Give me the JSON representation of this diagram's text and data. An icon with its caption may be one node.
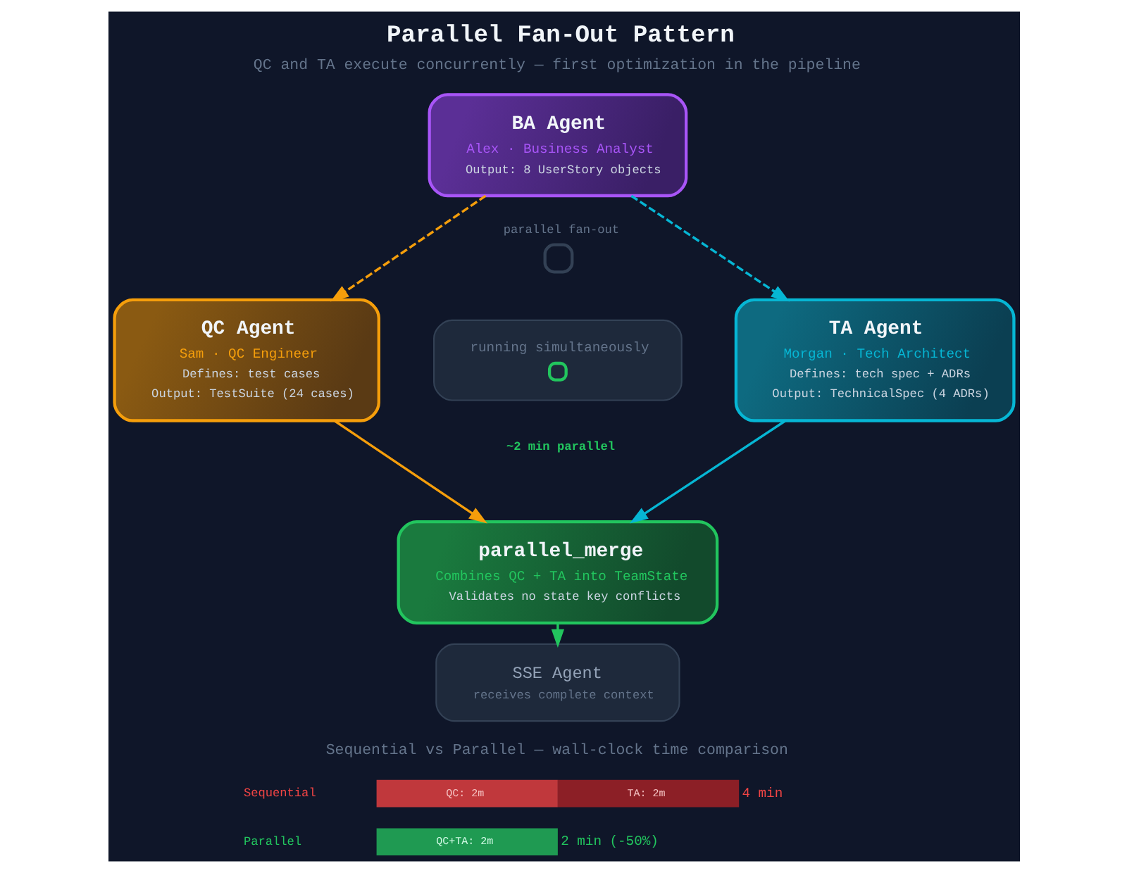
{
  "diagram": {
    "title": "Parallel Fan-Out Pattern",
    "nodes": [
      {
        "text": [
          "BA Agent",
          "Alex · Business Analyst",
          "Output: 8 UserStory objects"
        ]
      },
      {
        "text": [
          "QC Agent",
          "Sam · QC Engineer",
          "Defines: test cases",
          "Output: TestSuite (24 cases)"
        ]
      },
      {
        "text": [
          "TA Agent",
          "Morgan · Tech Architect",
          "Defines: tech spec + ADRs",
          "Output: TechnicalSpec (4 ADRs)"
        ]
      },
      {
        "text": [
          "running simultaneously"
        ],
        "beside": [
          "~2 min parallel"
        ]
      },
      {
        "text": [
          "parallel_merge",
          "Combines QC + TA into TeamState",
          "Validates no state key conflicts"
        ]
      },
      {
        "text": [
          "SSE Agent",
          "receives complete context"
        ]
      }
    ],
    "edges": [
      {
        "from": 0,
        "to": 1,
        "arrow": "to",
        "style": "dashed",
        "color": "#f59e0b"
      },
      {
        "from": 0,
        "to": 2,
        "arrow": "to",
        "style": "dashed",
        "color": "#06b6d4"
      },
      {
        "from": 1,
        "to": 4,
        "arrow": "to",
        "color": "#f59e0b"
      },
      {
        "from": 2,
        "to": 4,
        "arrow": "to",
        "color": "#06b6d4"
      },
      {
        "from": 4,
        "to": 5,
        "arrow": "to",
        "color": "#22c55e"
      }
    ],
    "labels": [
      "QC and TA execute concurrently — first optimization in the pipeline",
      "parallel fan-out",
      "Sequential vs Parallel — wall-clock time comparison",
      "Sequential",
      "QC: 2m",
      "TA: 2m",
      "4 min",
      "Parallel",
      "QC+TA: 2m",
      "2 min (-50%)"
    ]
  }
}
